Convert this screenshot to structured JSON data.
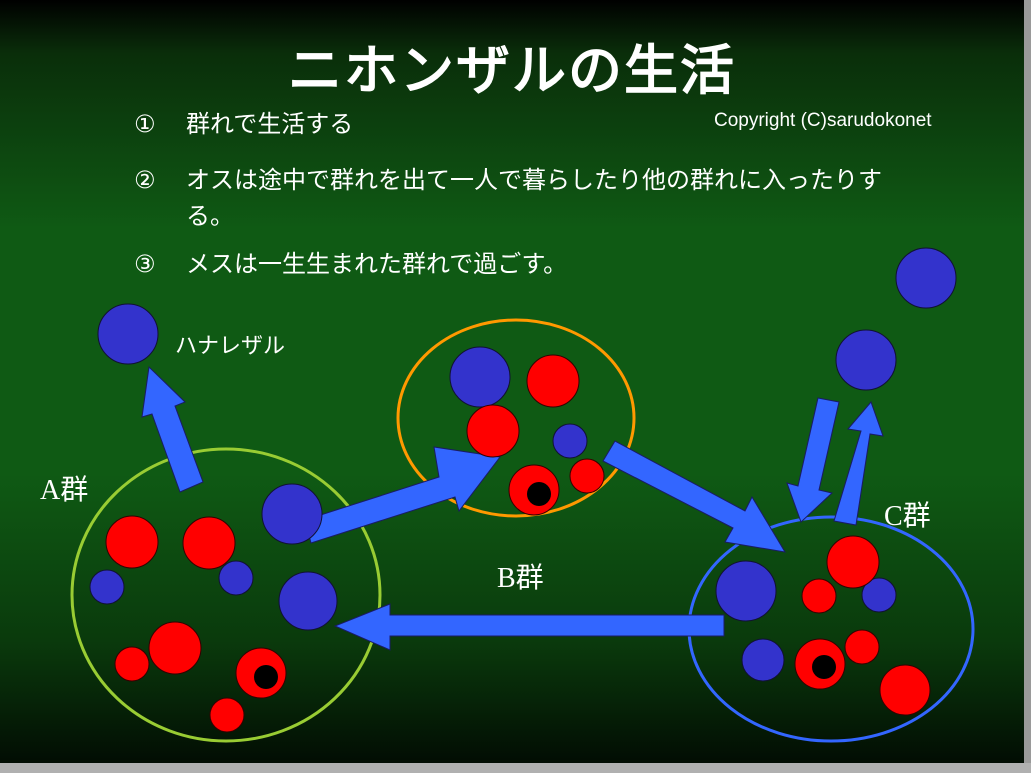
{
  "slide": {
    "title": "ニホンザルの生活",
    "copyright": "Copyright (C)sarudokonet",
    "points": [
      {
        "num": "①",
        "text": "群れで生活する"
      },
      {
        "num": "②",
        "text": "オスは途中で群れを出て一人で暮らしたり他の群れに入ったりする。"
      },
      {
        "num": "③",
        "text": "メスは一生生まれた群れで過ごす。"
      }
    ]
  },
  "diagram": {
    "group_labels": {
      "a": "A群",
      "b": "B群",
      "c": "C群"
    },
    "solitary_label": "ハナレザル",
    "colors": {
      "male": "#3333cc",
      "female": "#ff0000",
      "group_a_border": "#99cc33",
      "group_b_border": "#ff9900",
      "group_c_border": "#3366ff",
      "arrow": "#3366ff"
    }
  }
}
